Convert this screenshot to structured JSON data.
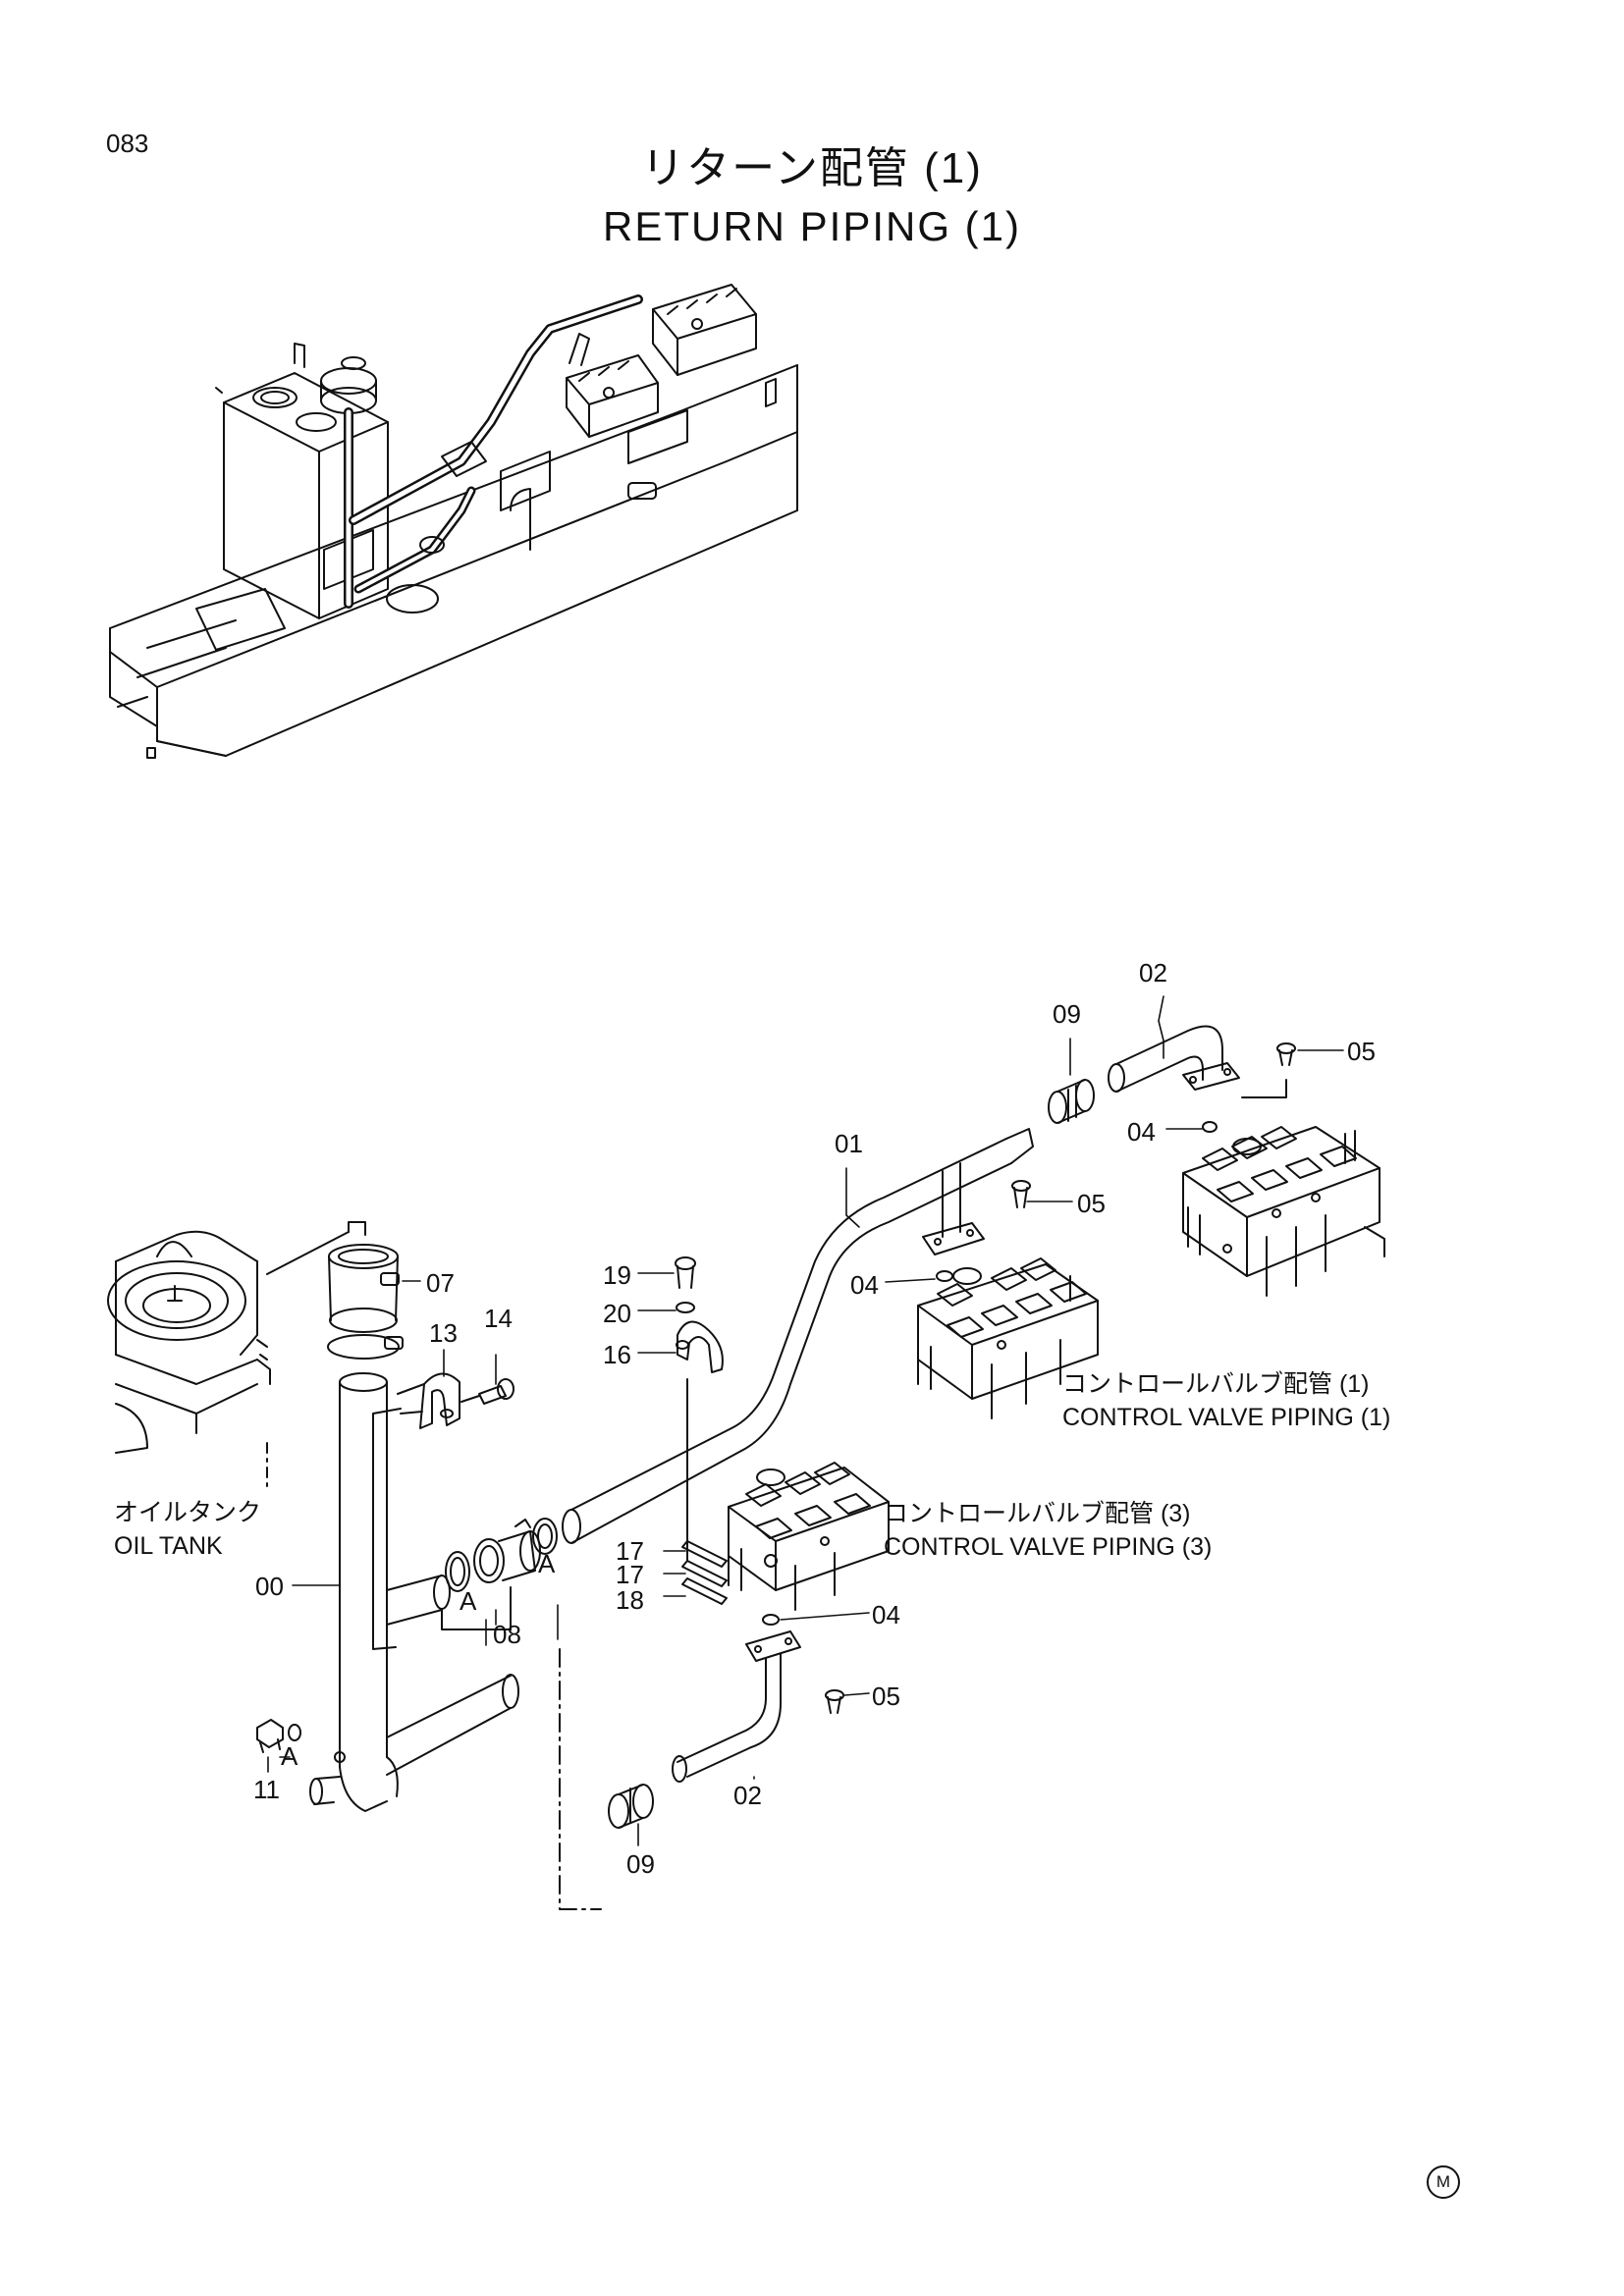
{
  "page": {
    "number": "083",
    "title_jp": "リターン配管 (1)",
    "title_en": "RETURN PIPING (1)",
    "mark": "M"
  },
  "notes": {
    "oil_tank_jp": "オイルタンク",
    "oil_tank_en": "OIL TANK",
    "cvp1_jp": "コントロールバルブ配管 (1)",
    "cvp1_en": "CONTROL VALVE PIPING (1)",
    "cvp3_jp": "コントロールバルブ配管 (3)",
    "cvp3_en": "CONTROL VALVE PIPING (3)"
  },
  "callouts": {
    "c02_top": "02",
    "c09_top": "09",
    "c05_top": "05",
    "c04_top": "04",
    "c01": "01",
    "c05_mid": "05",
    "c04_mid": "04",
    "c07": "07",
    "c19": "19",
    "c20": "20",
    "c16": "16",
    "c13": "13",
    "c14": "14",
    "c17a": "17",
    "c17b": "17",
    "c18": "18",
    "c04_low": "04",
    "c05_low": "05",
    "c00": "00",
    "c08": "08",
    "c02_low": "02",
    "c09_low": "09",
    "c11": "11",
    "a1": "A",
    "a2": "A",
    "a3": "A"
  }
}
